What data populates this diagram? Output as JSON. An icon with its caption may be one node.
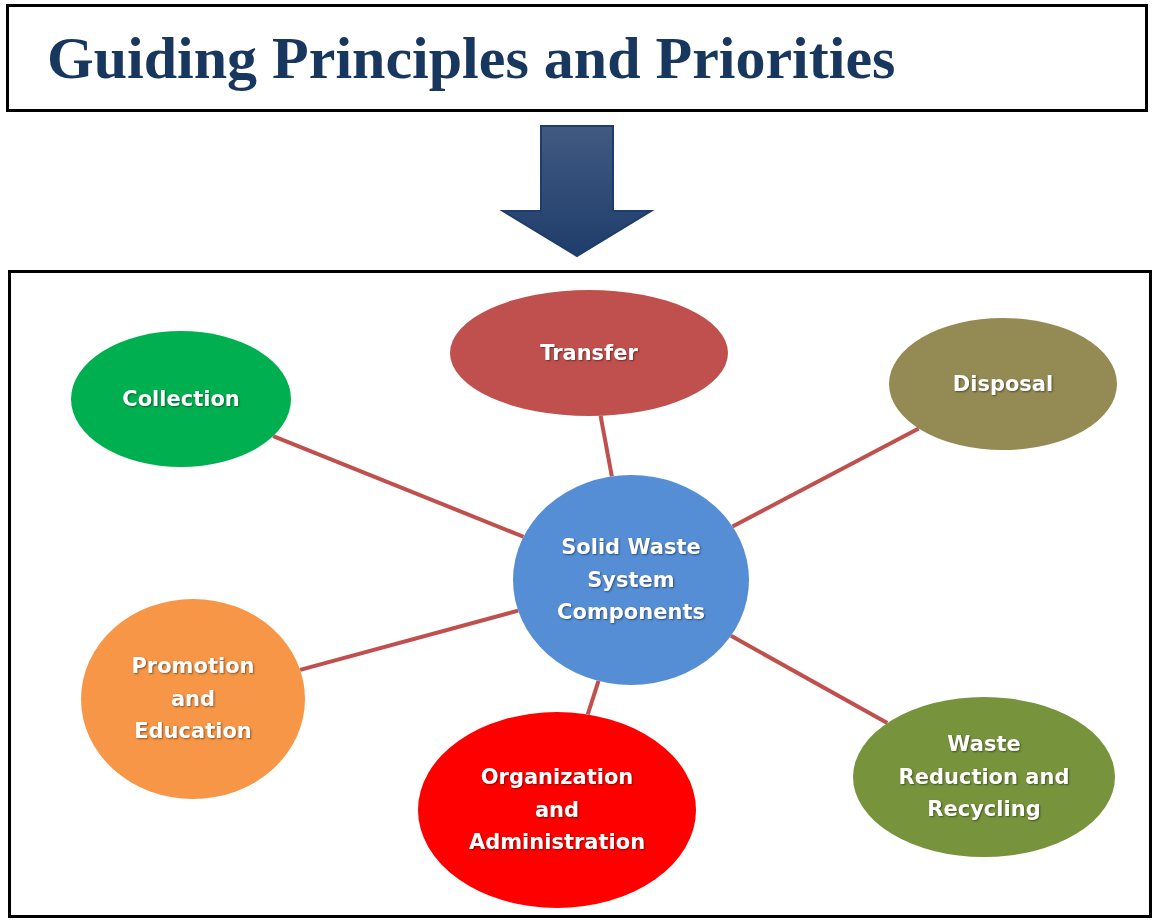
{
  "diagram": {
    "nodes": [
      {
        "text": [
          "Guiding Principles and Priorities"
        ]
      },
      {
        "text": [],
        "shape": "box"
      },
      {
        "text": [
          "Transfer"
        ],
        "in": 1
      },
      {
        "text": [
          "Collection"
        ],
        "in": 1
      },
      {
        "text": [
          "Disposal"
        ],
        "in": 1
      },
      {
        "text": [
          "Solid Waste System Components"
        ],
        "in": 1
      },
      {
        "text": [
          "Promotion and Education"
        ],
        "in": 1
      },
      {
        "text": [
          "Organization and Administration"
        ],
        "in": 1
      },
      {
        "text": [
          "Waste Reduction and Recycling"
        ],
        "in": 1
      }
    ],
    "edges": [
      {
        "from": 0,
        "to": 1,
        "arrow": "to",
        "style": "thick",
        "color": "#1f3d6b"
      },
      {
        "from": 5,
        "to": 3,
        "arrow": "none"
      },
      {
        "from": 5,
        "to": 2,
        "arrow": "none"
      },
      {
        "from": 5,
        "to": 4,
        "arrow": "none"
      },
      {
        "from": 5,
        "to": 6,
        "arrow": "none"
      },
      {
        "from": 5,
        "to": 7,
        "arrow": "none"
      },
      {
        "from": 5,
        "to": 8,
        "arrow": "none"
      }
    ]
  }
}
